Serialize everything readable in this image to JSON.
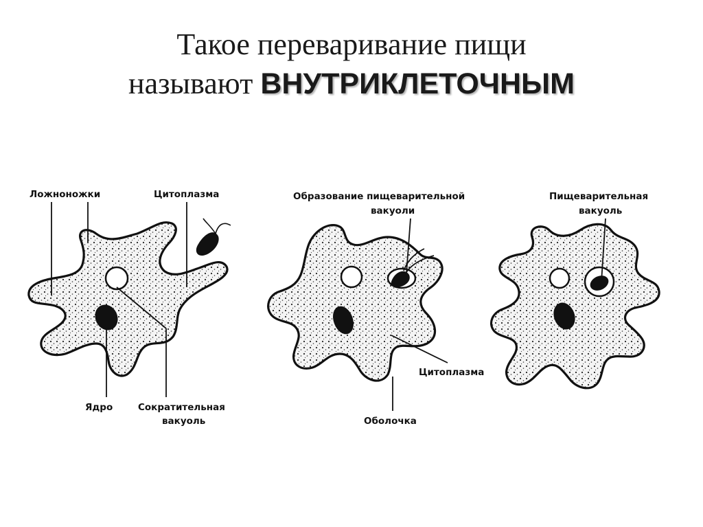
{
  "title": {
    "line1": "Такое переваривание пищи",
    "line2_prefix": "называют",
    "line2_emphasis": "ВНУТРИКЛЕТОЧНЫМ"
  },
  "labels": {
    "pseudopods": "Ложноножки",
    "cytoplasm_1": "Цитоплазма",
    "nucleus": "Ядро",
    "contractile_1": "Сократительная",
    "contractile_2": "вакуоль",
    "formation_1": "Образование пищеварительной",
    "formation_2": "вакуоли",
    "digestive_1": "Пищеварительная",
    "digestive_2": "вакуоль",
    "cytoplasm_2": "Цитоплазма",
    "membrane": "Оболочка"
  },
  "colors": {
    "ink": "#111111",
    "cell_fill": "#f2f2f2",
    "background": "#ffffff"
  }
}
